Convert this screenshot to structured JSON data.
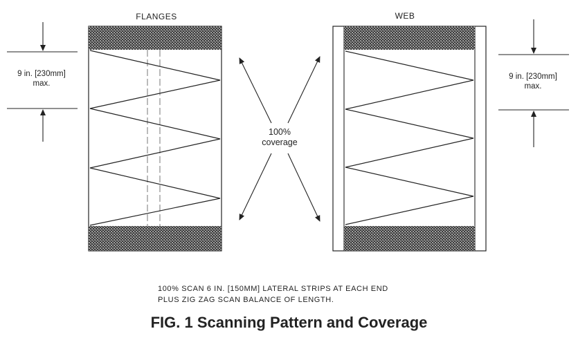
{
  "diagram": {
    "left_panel": {
      "title": "FLANGES",
      "dimension_line1": "9 in. [230mm]",
      "dimension_line2": "max."
    },
    "right_panel": {
      "title": "WEB",
      "dimension_line1": "9 in. [230mm]",
      "dimension_line2": "max."
    },
    "center_label_line1": "100%",
    "center_label_line2": "coverage",
    "note_line1": "100% SCAN 6 IN. [150MM] LATERAL STRIPS AT EACH END",
    "note_line2": "PLUS ZIG ZAG SCAN BALANCE OF LENGTH.",
    "caption": "FIG. 1 Scanning Pattern and Coverage"
  },
  "colors": {
    "ink": "#222222",
    "hatch_dark": "#3a3a3a",
    "hatch_light": "#8c8c8c"
  }
}
